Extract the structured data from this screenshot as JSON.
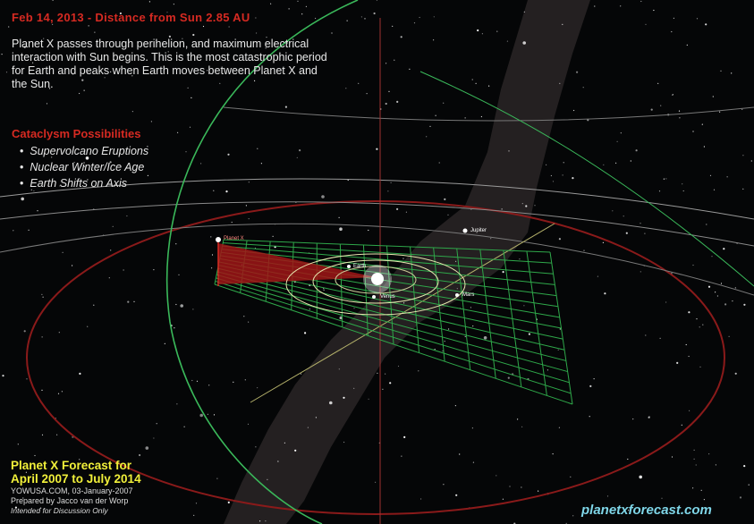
{
  "header": {
    "date_line": "Feb 14, 2013 - Distance from Sun 2.85 AU"
  },
  "description": "Planet X passes through perihelion, and maximum electrical interaction with Sun begins. This is the most catastrophic period for Earth and peaks when Earth moves between Planet X and the Sun.",
  "cataclysm": {
    "title": "Cataclysm Possibilities",
    "items": [
      "Supervolcano Eruptions",
      "Nuclear Winter/Ice Age",
      "Earth Shifts on Axis"
    ]
  },
  "forecast": {
    "line1": "Planet X Forecast for",
    "line2": "April 2007 to July 2014",
    "credit_line1": "YOWUSA.COM, 03-January-2007",
    "credit_line2": "Prepared by Jacco van der Worp",
    "credit_line3": "Intended for Discussion Only"
  },
  "site": "planetxforecast.com",
  "labels": {
    "planet_x": "Planet X",
    "earth": "Earth",
    "jupiter": "Jupiter",
    "venus": "Venus",
    "mars": "Mars"
  },
  "colors": {
    "date_red": "#d62a22",
    "forecast_yellow": "#f1f03a",
    "site_cyan": "#7fd6e8",
    "grid_green": "#2fa84a",
    "orbit_red": "#8a1a1a"
  }
}
